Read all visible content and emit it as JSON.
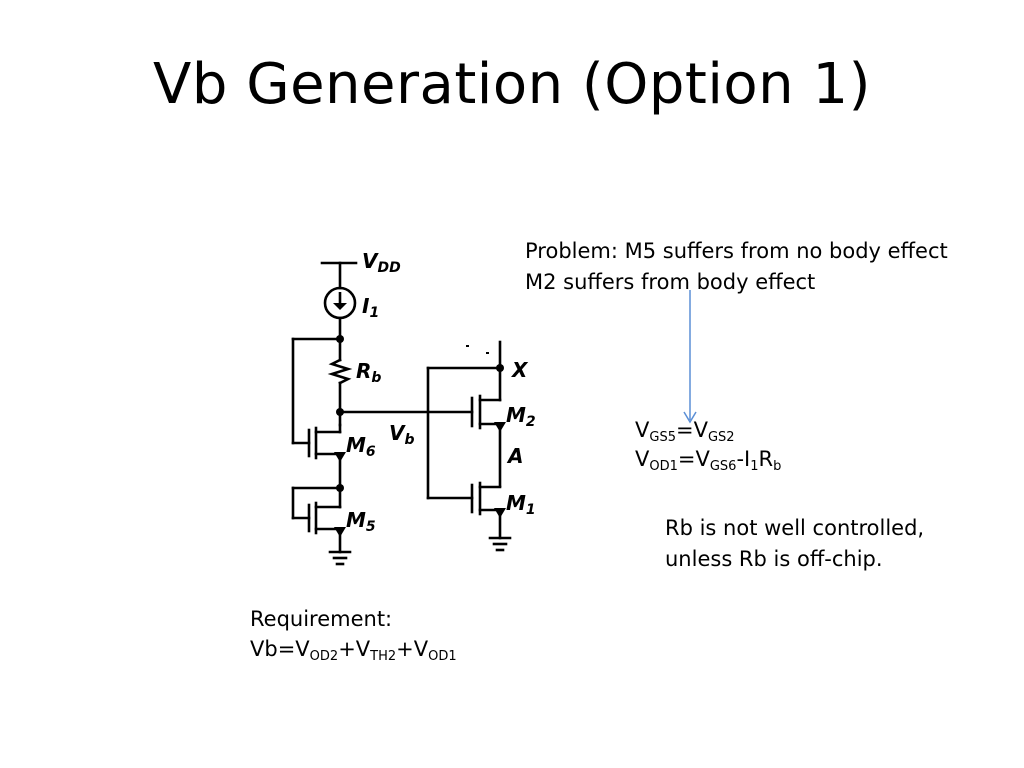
{
  "slide": {
    "title": "Vb Generation (Option 1)"
  },
  "problem": {
    "line1": "Problem: M5 suffers from no body effect",
    "line2": "M2 suffers from body effect"
  },
  "equations": {
    "eq1": {
      "v1": "V",
      "s1": "GS5",
      "eq": "=V",
      "s2": "GS2"
    },
    "eq2": {
      "v1": "V",
      "s1": "OD1",
      "eq": "=V",
      "s2": "GS6",
      "minus": "-I",
      "s3": "1",
      "r": "R",
      "s4": "b"
    }
  },
  "rb_note": {
    "line1": "Rb is not well controlled,",
    "line2": "unless Rb is off-chip."
  },
  "requirement": {
    "line1": "Requirement:",
    "prefix": "Vb=V",
    "s1": "OD2",
    "p2": "+V",
    "s2": "TH2",
    "p3": "+V",
    "s3": "OD1"
  },
  "circuit": {
    "vdd": "V",
    "vdd_sub": "DD",
    "i1": "I",
    "i1_sub": "1",
    "rb": "R",
    "rb_sub": "b",
    "m6": "M",
    "m6_sub": "6",
    "m5": "M",
    "m5_sub": "5",
    "vb": "V",
    "vb_sub": "b",
    "x": "X",
    "m2": "M",
    "m2_sub": "2",
    "a": "A",
    "m1": "M",
    "m1_sub": "1"
  },
  "colors": {
    "arrow": "#5b8fd6"
  }
}
